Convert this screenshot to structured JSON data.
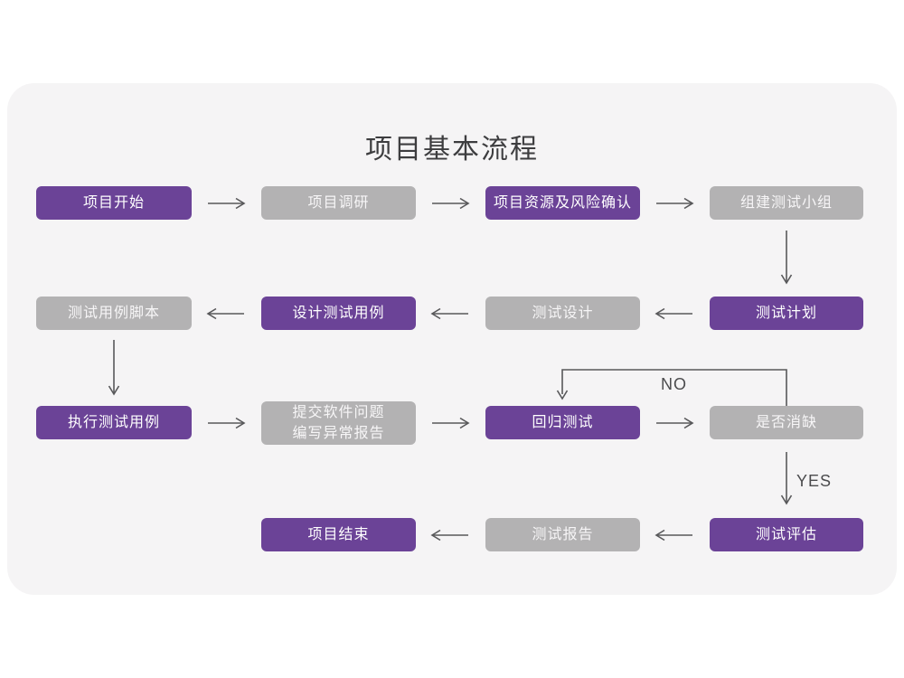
{
  "title": "项目基本流程",
  "colors": {
    "node_primary": "#6b4397",
    "node_secondary": "#b3b2b3",
    "card_background": "#f5f4f5",
    "arrow": "#58585a"
  },
  "edge_labels": {
    "no": "NO",
    "yes": "YES"
  },
  "nodes": [
    {
      "id": "project-start",
      "label": "项目开始",
      "variant": "purple"
    },
    {
      "id": "project-research",
      "label": "项目调研",
      "variant": "gray"
    },
    {
      "id": "resource-risk-confirm",
      "label": "项目资源及风险确认",
      "variant": "purple"
    },
    {
      "id": "build-test-team",
      "label": "组建测试小组",
      "variant": "gray"
    },
    {
      "id": "test-plan",
      "label": "测试计划",
      "variant": "purple"
    },
    {
      "id": "test-design",
      "label": "测试设计",
      "variant": "gray"
    },
    {
      "id": "design-test-cases",
      "label": "设计测试用例",
      "variant": "purple"
    },
    {
      "id": "test-case-script",
      "label": "测试用例脚本",
      "variant": "gray"
    },
    {
      "id": "execute-test-cases",
      "label": "执行测试用例",
      "variant": "purple"
    },
    {
      "id": "submit-issue-report",
      "label": "提交软件问题\n编写异常报告",
      "variant": "gray"
    },
    {
      "id": "regression-test",
      "label": "回归测试",
      "variant": "purple"
    },
    {
      "id": "defect-resolved",
      "label": "是否消缺",
      "variant": "gray"
    },
    {
      "id": "test-evaluation",
      "label": "测试评估",
      "variant": "purple"
    },
    {
      "id": "test-report",
      "label": "测试报告",
      "variant": "gray"
    },
    {
      "id": "project-end",
      "label": "项目结束",
      "variant": "purple"
    }
  ],
  "edges": [
    {
      "from": "project-start",
      "to": "project-research",
      "label": ""
    },
    {
      "from": "project-research",
      "to": "resource-risk-confirm",
      "label": ""
    },
    {
      "from": "resource-risk-confirm",
      "to": "build-test-team",
      "label": ""
    },
    {
      "from": "build-test-team",
      "to": "test-plan",
      "label": ""
    },
    {
      "from": "test-plan",
      "to": "test-design",
      "label": ""
    },
    {
      "from": "test-design",
      "to": "design-test-cases",
      "label": ""
    },
    {
      "from": "design-test-cases",
      "to": "test-case-script",
      "label": ""
    },
    {
      "from": "test-case-script",
      "to": "execute-test-cases",
      "label": ""
    },
    {
      "from": "execute-test-cases",
      "to": "submit-issue-report",
      "label": ""
    },
    {
      "from": "submit-issue-report",
      "to": "regression-test",
      "label": ""
    },
    {
      "from": "regression-test",
      "to": "defect-resolved",
      "label": ""
    },
    {
      "from": "defect-resolved",
      "to": "regression-test",
      "label": "NO"
    },
    {
      "from": "defect-resolved",
      "to": "test-evaluation",
      "label": "YES"
    },
    {
      "from": "test-evaluation",
      "to": "test-report",
      "label": ""
    },
    {
      "from": "test-report",
      "to": "project-end",
      "label": ""
    }
  ]
}
